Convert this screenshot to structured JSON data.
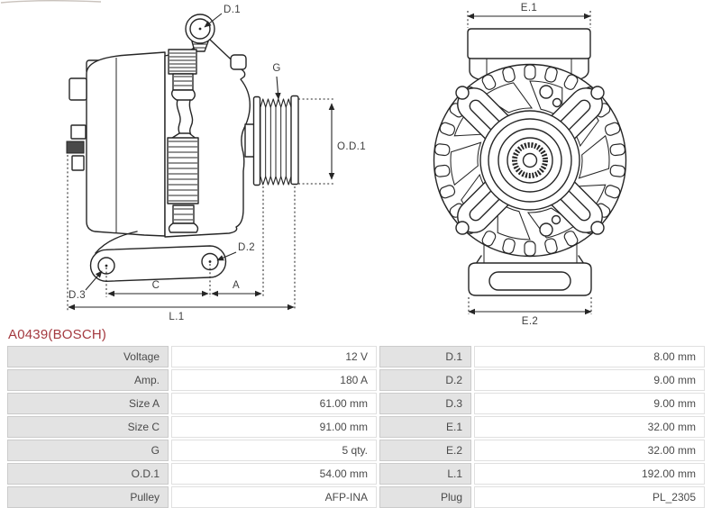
{
  "part_title": "A0439(BOSCH)",
  "diagram": {
    "labels": {
      "d1": "D.1",
      "d2": "D.2",
      "d3": "D.3",
      "g": "G",
      "od1": "O.D.1",
      "a": "A",
      "c": "C",
      "l1": "L.1",
      "e1": "E.1",
      "e2": "E.2"
    }
  },
  "table": {
    "rows": [
      {
        "label_left": "Voltage",
        "value_left": "12 V",
        "label_right": "D.1",
        "value_right": "8.00 mm"
      },
      {
        "label_left": "Amp.",
        "value_left": "180 A",
        "label_right": "D.2",
        "value_right": "9.00 mm"
      },
      {
        "label_left": "Size A",
        "value_left": "61.00 mm",
        "label_right": "D.3",
        "value_right": "9.00 mm"
      },
      {
        "label_left": "Size C",
        "value_left": "91.00 mm",
        "label_right": "E.1",
        "value_right": "32.00 mm"
      },
      {
        "label_left": "G",
        "value_left": "5 qty.",
        "label_right": "E.2",
        "value_right": "32.00 mm"
      },
      {
        "label_left": "O.D.1",
        "value_left": "54.00 mm",
        "label_right": "L.1",
        "value_right": "192.00 mm"
      },
      {
        "label_left": "Pulley",
        "value_left": "AFP-INA",
        "label_right": "Plug",
        "value_right": "PL_2305"
      }
    ]
  },
  "colors": {
    "accent_red": "#a43a40",
    "line": "#262626",
    "label_cell_bg": "#e3e3e3",
    "text": "#4a4a4a"
  }
}
